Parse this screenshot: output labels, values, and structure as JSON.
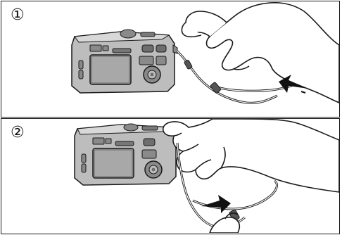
{
  "steps": [
    {
      "number": "①"
    },
    {
      "number": "②"
    }
  ],
  "colors": {
    "line": "#1a1a1a",
    "camera_body": "#bdbdbd",
    "camera_dark": "#6e6e6e",
    "screen": "#9e9e9e",
    "arrow": "#111111",
    "skin": "#ffffff"
  },
  "icons": {
    "arrow": "arrow-icon",
    "camera": "camera-illustration",
    "hand": "hand-illustration"
  }
}
